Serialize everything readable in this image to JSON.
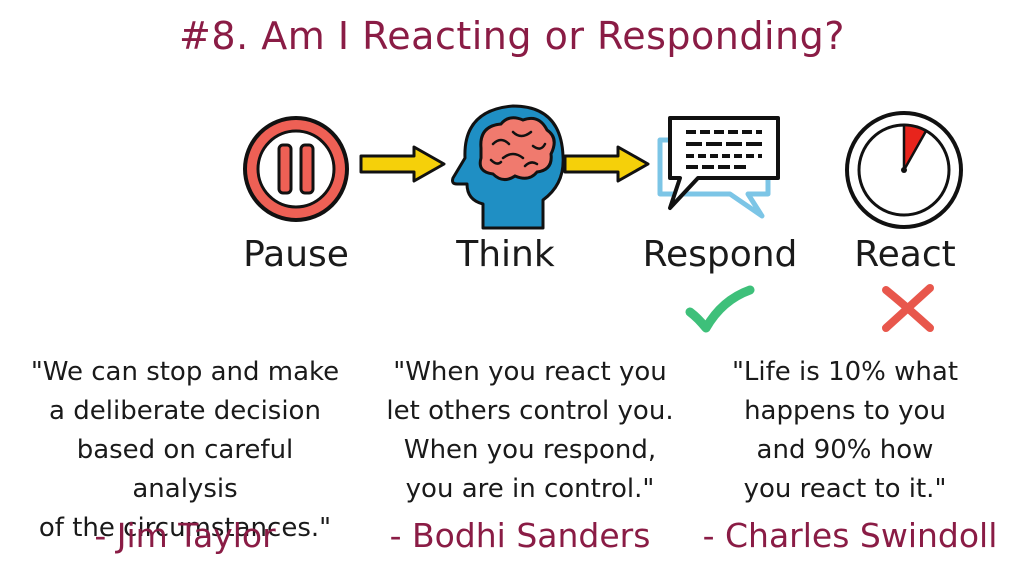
{
  "title": "#8. Am I Reacting or Responding?",
  "steps": [
    {
      "label": "Pause",
      "icon": "pause-icon"
    },
    {
      "label": "Think",
      "icon": "head-brain-icon"
    },
    {
      "label": "Respond",
      "icon": "speech-bubble-icon",
      "mark": "checkmark-icon"
    },
    {
      "label": "React",
      "icon": "stopwatch-icon",
      "mark": "cross-icon"
    }
  ],
  "quotes": [
    {
      "text": "\"We can stop and make\na deliberate decision\nbased on careful analysis\nof the circumstances.\"",
      "author": "- Jim Taylor"
    },
    {
      "text": "\"When you react you\nlet others control you.\nWhen you respond,\nyou are in control.\"",
      "author": "- Bodhi Sanders"
    },
    {
      "text": "\"Life is 10% what\nhappens to you\nand 90% how\nyou react to it.\"",
      "author": "- Charles Swindoll"
    }
  ],
  "colors": {
    "title": "#8a1c45",
    "pause": "#ee6055",
    "arrow": "#f5d00a",
    "head": "#1f8fc4",
    "brain": "#f07a6e",
    "check": "#3ec07a",
    "cross": "#e8574c",
    "timer_wedge": "#e8241c"
  }
}
